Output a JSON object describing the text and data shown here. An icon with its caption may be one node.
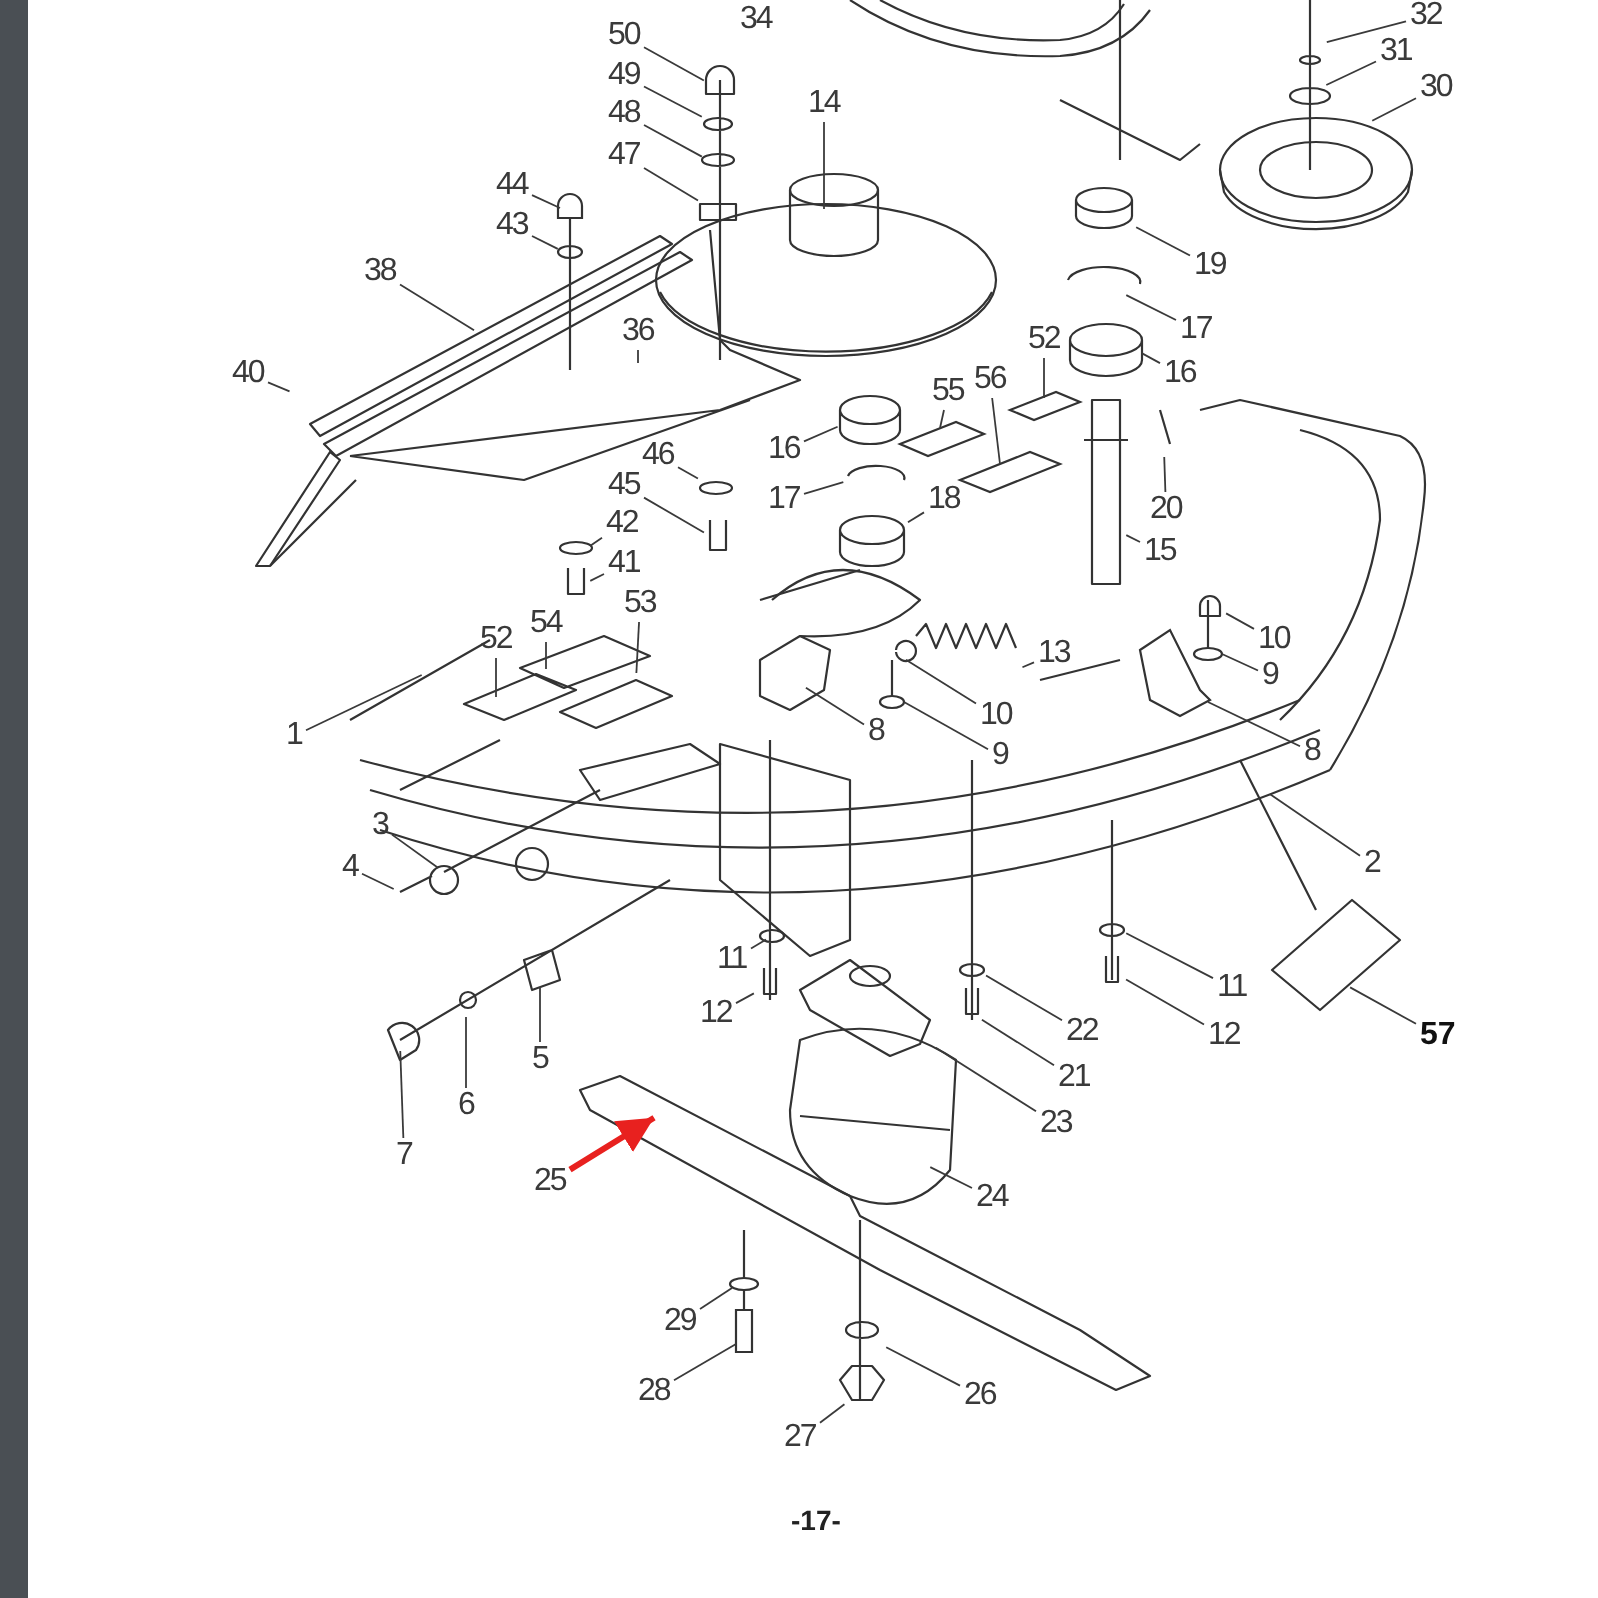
{
  "diagram": {
    "nodes": [
      {
        "text": [
          "50"
        ]
      },
      {
        "text": [
          "49"
        ]
      },
      {
        "text": [
          "48"
        ]
      },
      {
        "text": [
          "47"
        ]
      },
      {
        "text": [
          "32"
        ]
      },
      {
        "text": [
          "31"
        ]
      },
      {
        "text": [
          "30"
        ]
      },
      {
        "text": [
          "14"
        ]
      },
      {
        "text": [
          "44"
        ]
      },
      {
        "text": [
          "43"
        ]
      },
      {
        "text": [
          "19"
        ]
      },
      {
        "text": [
          "38"
        ]
      },
      {
        "text": [
          "17"
        ]
      },
      {
        "text": [
          "36"
        ]
      },
      {
        "text": [
          "52"
        ]
      },
      {
        "text": [
          "16"
        ]
      },
      {
        "text": [
          "40"
        ]
      },
      {
        "text": [
          "56"
        ]
      },
      {
        "text": [
          "55"
        ]
      },
      {
        "text": [
          "46"
        ]
      },
      {
        "text": [
          "16"
        ]
      },
      {
        "text": [
          "17"
        ]
      },
      {
        "text": [
          "45"
        ]
      },
      {
        "text": [
          "18"
        ]
      },
      {
        "text": [
          "20"
        ]
      },
      {
        "text": [
          "42"
        ]
      },
      {
        "text": [
          "15"
        ]
      },
      {
        "text": [
          "41"
        ]
      },
      {
        "text": [
          "54"
        ]
      },
      {
        "text": [
          "53"
        ]
      },
      {
        "text": [
          "52"
        ]
      },
      {
        "text": [
          "13"
        ]
      },
      {
        "text": [
          "10"
        ]
      },
      {
        "text": [
          "9"
        ]
      },
      {
        "text": [
          "10"
        ]
      },
      {
        "text": [
          "1"
        ]
      },
      {
        "text": [
          "8"
        ]
      },
      {
        "text": [
          "8"
        ]
      },
      {
        "text": [
          "9"
        ]
      },
      {
        "text": [
          "3"
        ]
      },
      {
        "text": [
          "2"
        ]
      },
      {
        "text": [
          "4"
        ]
      },
      {
        "text": [
          "11"
        ]
      },
      {
        "text": [
          "11"
        ]
      },
      {
        "text": [
          "12"
        ]
      },
      {
        "text": [
          "22"
        ]
      },
      {
        "text": [
          "57"
        ]
      },
      {
        "text": [
          "12"
        ]
      },
      {
        "text": [
          "5"
        ]
      },
      {
        "text": [
          "21"
        ]
      },
      {
        "text": [
          "6"
        ]
      },
      {
        "text": [
          "23"
        ]
      },
      {
        "text": [
          "7"
        ]
      },
      {
        "text": [
          "25"
        ]
      },
      {
        "text": [
          "24"
        ]
      },
      {
        "text": [
          "29"
        ]
      },
      {
        "text": [
          "26"
        ]
      },
      {
        "text": [
          "28"
        ]
      },
      {
        "text": [
          "27"
        ]
      },
      {
        "text": [],
        "shape": "box"
      },
      {
        "text": [],
        "shape": "box"
      },
      {
        "text": [],
        "shape": "box"
      },
      {
        "text": [],
        "shape": "box"
      },
      {
        "text": [],
        "shape": "circle"
      },
      {
        "text": [],
        "shape": "circle"
      },
      {
        "text": [],
        "shape": "box"
      },
      {
        "text": [],
        "shape": "circle"
      },
      {
        "text": [],
        "shape": "box"
      },
      {
        "text": [],
        "shape": "circle"
      }
    ],
    "edges": [
      {
        "from": 0,
        "to": null,
        "arrow": "none"
      },
      {
        "from": 1,
        "to": null,
        "arrow": "none"
      },
      {
        "from": 2,
        "to": null,
        "arrow": "none"
      },
      {
        "from": 3,
        "to": null,
        "arrow": "none"
      },
      {
        "from": 4,
        "to": null,
        "arrow": "none"
      },
      {
        "from": 5,
        "to": null,
        "arrow": "none"
      },
      {
        "from": 6,
        "to": null,
        "arrow": "none"
      },
      {
        "from": 7,
        "to": null,
        "arrow": "none"
      },
      {
        "from": 8,
        "to": 59,
        "arrow": "none"
      },
      {
        "from": 9,
        "to": null,
        "arrow": "none"
      },
      {
        "from": 10,
        "to": null,
        "arrow": "none"
      },
      {
        "from": 11,
        "to": null,
        "arrow": "none"
      },
      {
        "from": 12,
        "to": null,
        "arrow": "none"
      },
      {
        "from": 13,
        "to": null,
        "arrow": "none"
      },
      {
        "from": 14,
        "to": 60,
        "arrow": "none"
      },
      {
        "from": 15,
        "to": null,
        "arrow": "none"
      },
      {
        "from": 16,
        "to": null,
        "arrow": "none"
      },
      {
        "from": 17,
        "to": 62,
        "arrow": "none"
      },
      {
        "from": 18,
        "to": 61,
        "arrow": "none"
      },
      {
        "from": 19,
        "to": null,
        "arrow": "none"
      },
      {
        "from": 20,
        "to": null,
        "arrow": "none"
      },
      {
        "from": 21,
        "to": null,
        "arrow": "none"
      },
      {
        "from": 22,
        "to": null,
        "arrow": "none"
      },
      {
        "from": 23,
        "to": null,
        "arrow": "none"
      },
      {
        "from": 24,
        "to": null,
        "arrow": "none"
      },
      {
        "from": 25,
        "to": 63,
        "arrow": "none"
      },
      {
        "from": 26,
        "to": null,
        "arrow": "none"
      },
      {
        "from": 27,
        "to": null,
        "arrow": "none"
      },
      {
        "from": 28,
        "to": null,
        "arrow": "none"
      },
      {
        "from": 29,
        "to": null,
        "arrow": "none"
      },
      {
        "from": 30,
        "to": null,
        "arrow": "none"
      },
      {
        "from": 31,
        "to": null,
        "arrow": "none"
      },
      {
        "from": 32,
        "to": null,
        "arrow": "none"
      },
      {
        "from": 33,
        "to": 64,
        "arrow": "none"
      },
      {
        "from": 34,
        "to": null,
        "arrow": "none"
      },
      {
        "from": 35,
        "to": null,
        "arrow": "none"
      },
      {
        "from": 36,
        "to": null,
        "arrow": "none"
      },
      {
        "from": 37,
        "to": 65,
        "arrow": "none"
      },
      {
        "from": 38,
        "to": 66,
        "arrow": "none"
      },
      {
        "from": 39,
        "to": null,
        "arrow": "none"
      },
      {
        "from": 40,
        "to": null,
        "arrow": "none"
      },
      {
        "from": 41,
        "to": null,
        "arrow": "none"
      },
      {
        "from": 42,
        "to": null,
        "arrow": "none"
      },
      {
        "from": 43,
        "to": null,
        "arrow": "none"
      },
      {
        "from": 44,
        "to": null,
        "arrow": "none"
      },
      {
        "from": 45,
        "to": null,
        "arrow": "none"
      },
      {
        "from": 46,
        "to": null,
        "arrow": "none"
      },
      {
        "from": 47,
        "to": null,
        "arrow": "none"
      },
      {
        "from": 48,
        "to": null,
        "arrow": "none"
      },
      {
        "from": 49,
        "to": null,
        "arrow": "none"
      },
      {
        "from": 50,
        "to": null,
        "arrow": "none"
      },
      {
        "from": 51,
        "to": null,
        "arrow": "none"
      },
      {
        "from": 52,
        "to": null,
        "arrow": "none"
      },
      {
        "from": 53,
        "to": null,
        "arrow": "to",
        "color": "#e8211f",
        "style": "thick"
      },
      {
        "from": 54,
        "to": null,
        "arrow": "none"
      },
      {
        "from": 55,
        "to": 68,
        "arrow": "none"
      },
      {
        "from": 56,
        "to": null,
        "arrow": "none"
      },
      {
        "from": 57,
        "to": 67,
        "arrow": "none"
      },
      {
        "from": 58,
        "to": null,
        "arrow": "none"
      }
    ],
    "labels": [
      "34",
      "-17-"
    ]
  }
}
